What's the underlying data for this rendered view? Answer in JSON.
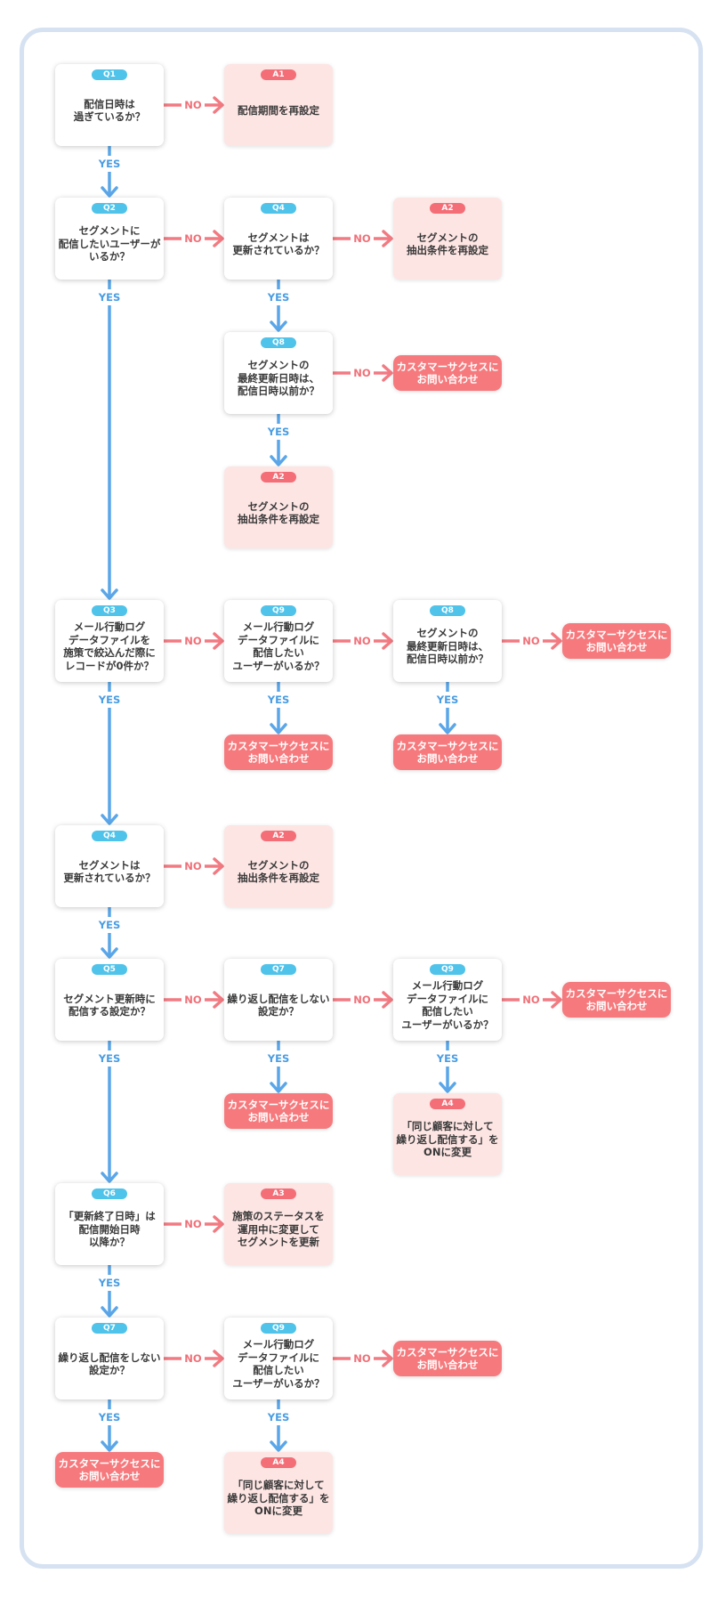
{
  "labels": {
    "yes": "YES",
    "no": "NO"
  },
  "colors": {
    "yes": "#5aa6e8",
    "no": "#f27a82",
    "question_badge": "#4fc3ea",
    "answer_badge": "#f46e78",
    "answer_fill": "#fde5e3",
    "contact_fill": "#f67a7d",
    "frame": "#d6e2f1"
  },
  "nodes": [
    {
      "id": "q1",
      "kind": "q",
      "badge": "Q1",
      "text": "配信日時は\n過ぎているか？"
    },
    {
      "id": "a1",
      "kind": "a",
      "badge": "A1",
      "text": "配信期間を再設定"
    },
    {
      "id": "q2",
      "kind": "q",
      "badge": "Q2",
      "text": "セグメントに\n配信したいユーザーが\nいるか？"
    },
    {
      "id": "q4a",
      "kind": "q",
      "badge": "Q4",
      "text": "セグメントは\n更新されているか？"
    },
    {
      "id": "a2a",
      "kind": "a",
      "badge": "A2",
      "text": "セグメントの\n抽出条件を再設定"
    },
    {
      "id": "q8a",
      "kind": "q",
      "badge": "Q8",
      "text": "セグメントの\n最終更新日時は、\n配信日時以前か？"
    },
    {
      "id": "cs1",
      "kind": "cs",
      "badge": "",
      "text": "カスタマーサクセスに\nお問い合わせ"
    },
    {
      "id": "a2b",
      "kind": "a",
      "badge": "A2",
      "text": "セグメントの\n抽出条件を再設定"
    },
    {
      "id": "q3",
      "kind": "q",
      "badge": "Q3",
      "text": "メール行動ログ\nデータファイルを\n施策で絞込んだ際に\nレコードが0件か？"
    },
    {
      "id": "q9a",
      "kind": "q",
      "badge": "Q9",
      "text": "メール行動ログ\nデータファイルに\n配信したい\nユーザーがいるか？"
    },
    {
      "id": "q8b",
      "kind": "q",
      "badge": "Q8",
      "text": "セグメントの\n最終更新日時は、\n配信日時以前か？"
    },
    {
      "id": "cs2",
      "kind": "cs",
      "badge": "",
      "text": "カスタマーサクセスに\nお問い合わせ"
    },
    {
      "id": "cs3",
      "kind": "cs",
      "badge": "",
      "text": "カスタマーサクセスに\nお問い合わせ"
    },
    {
      "id": "cs4",
      "kind": "cs",
      "badge": "",
      "text": "カスタマーサクセスに\nお問い合わせ"
    },
    {
      "id": "q4b",
      "kind": "q",
      "badge": "Q4",
      "text": "セグメントは\n更新されているか？"
    },
    {
      "id": "a2c",
      "kind": "a",
      "badge": "A2",
      "text": "セグメントの\n抽出条件を再設定"
    },
    {
      "id": "q5",
      "kind": "q",
      "badge": "Q5",
      "text": "セグメント更新時に\n配信する設定か？"
    },
    {
      "id": "q7a",
      "kind": "q",
      "badge": "Q7",
      "text": "繰り返し配信をしない\n設定か？"
    },
    {
      "id": "q9b",
      "kind": "q",
      "badge": "Q9",
      "text": "メール行動ログ\nデータファイルに\n配信したい\nユーザーがいるか？"
    },
    {
      "id": "cs5",
      "kind": "cs",
      "badge": "",
      "text": "カスタマーサクセスに\nお問い合わせ"
    },
    {
      "id": "cs6",
      "kind": "cs",
      "badge": "",
      "text": "カスタマーサクセスに\nお問い合わせ"
    },
    {
      "id": "a4a",
      "kind": "a",
      "badge": "A4",
      "text": "「同じ顧客に対して\n繰り返し配信する」を\nONに変更"
    },
    {
      "id": "q6",
      "kind": "q",
      "badge": "Q6",
      "text": "「更新終了日時」は\n配信開始日時\n以降か？"
    },
    {
      "id": "a3",
      "kind": "a",
      "badge": "A3",
      "text": "施策のステータスを\n運用中に変更して\nセグメントを更新"
    },
    {
      "id": "q7b",
      "kind": "q",
      "badge": "Q7",
      "text": "繰り返し配信をしない\n設定か？"
    },
    {
      "id": "q9c",
      "kind": "q",
      "badge": "Q9",
      "text": "メール行動ログ\nデータファイルに\n配信したい\nユーザーがいるか？"
    },
    {
      "id": "cs7",
      "kind": "cs",
      "badge": "",
      "text": "カスタマーサクセスに\nお問い合わせ"
    },
    {
      "id": "cs8",
      "kind": "cs",
      "badge": "",
      "text": "カスタマーサクセスに\nお問い合わせ"
    },
    {
      "id": "a4b",
      "kind": "a",
      "badge": "A4",
      "text": "「同じ顧客に対して\n繰り返し配信する」を\nONに変更"
    }
  ],
  "edges": [
    {
      "from": "q1",
      "to": "a1",
      "type": "no"
    },
    {
      "from": "q1",
      "to": "q2",
      "type": "yes"
    },
    {
      "from": "q2",
      "to": "q4a",
      "type": "no"
    },
    {
      "from": "q4a",
      "to": "a2a",
      "type": "no"
    },
    {
      "from": "q4a",
      "to": "q8a",
      "type": "yes"
    },
    {
      "from": "q8a",
      "to": "cs1",
      "type": "no"
    },
    {
      "from": "q8a",
      "to": "a2b",
      "type": "yes"
    },
    {
      "from": "q2",
      "to": "q3",
      "type": "yes"
    },
    {
      "from": "q3",
      "to": "q9a",
      "type": "no"
    },
    {
      "from": "q9a",
      "to": "q8b",
      "type": "no"
    },
    {
      "from": "q8b",
      "to": "cs2",
      "type": "no"
    },
    {
      "from": "q9a",
      "to": "cs3",
      "type": "yes"
    },
    {
      "from": "q8b",
      "to": "cs4",
      "type": "yes"
    },
    {
      "from": "q3",
      "to": "q4b",
      "type": "yes"
    },
    {
      "from": "q4b",
      "to": "a2c",
      "type": "no"
    },
    {
      "from": "q4b",
      "to": "q5",
      "type": "yes"
    },
    {
      "from": "q5",
      "to": "q7a",
      "type": "no"
    },
    {
      "from": "q7a",
      "to": "q9b",
      "type": "no"
    },
    {
      "from": "q9b",
      "to": "cs5",
      "type": "no"
    },
    {
      "from": "q7a",
      "to": "cs6",
      "type": "yes"
    },
    {
      "from": "q9b",
      "to": "a4a",
      "type": "yes"
    },
    {
      "from": "q5",
      "to": "q6",
      "type": "yes"
    },
    {
      "from": "q6",
      "to": "a3",
      "type": "no"
    },
    {
      "from": "q6",
      "to": "q7b",
      "type": "yes"
    },
    {
      "from": "q7b",
      "to": "q9c",
      "type": "no"
    },
    {
      "from": "q9c",
      "to": "cs7",
      "type": "no"
    },
    {
      "from": "q7b",
      "to": "cs8",
      "type": "yes"
    },
    {
      "from": "q9c",
      "to": "a4b",
      "type": "yes"
    }
  ]
}
